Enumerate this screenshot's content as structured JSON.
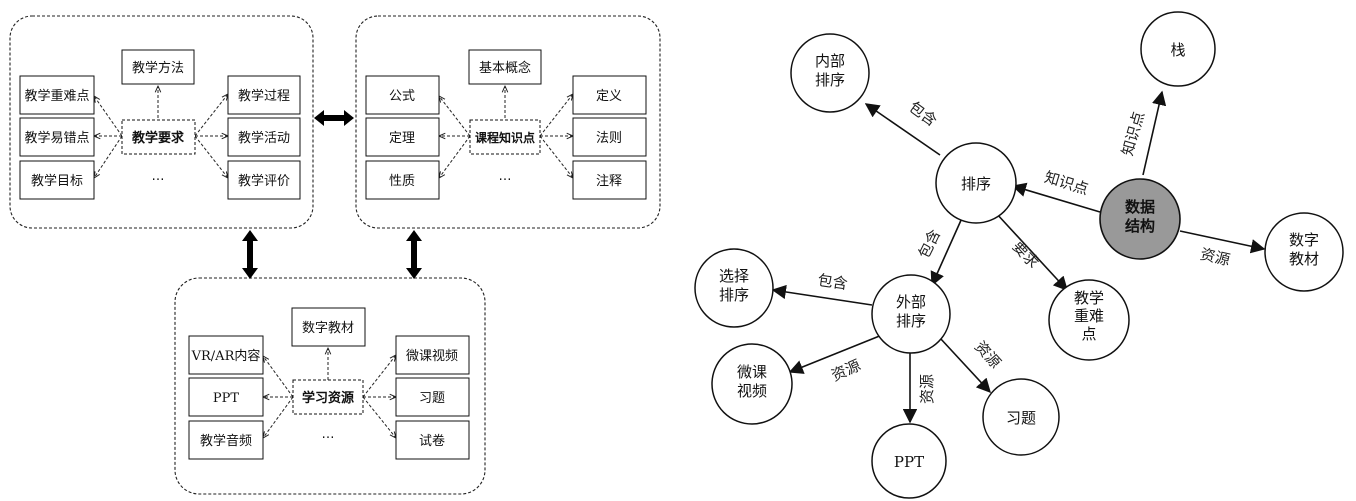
{
  "left_diagram": {
    "teaching": {
      "center": "教学要求",
      "top": "教学方法",
      "left": [
        "教学重难点",
        "教学易错点",
        "教学目标"
      ],
      "right": [
        "教学过程",
        "教学活动",
        "教学评价"
      ],
      "ellipsis": "…"
    },
    "knowledge": {
      "center": "课程知识点",
      "top": "基本概念",
      "left": [
        "公式",
        "定理",
        "性质"
      ],
      "right": [
        "定义",
        "法则",
        "注释"
      ],
      "ellipsis": "…"
    },
    "resources": {
      "center": "学习资源",
      "top": "数字教材",
      "left": [
        "VR/AR内容",
        "PPT",
        "教学音频"
      ],
      "right": [
        "微课视频",
        "习题",
        "试卷"
      ],
      "ellipsis": "…"
    }
  },
  "graph": {
    "nodes": {
      "stack": "栈",
      "inner_sort": "内部\n排序",
      "sort": "排序",
      "ds": "数据\n结构",
      "digital": "数字\n教材",
      "select_sort": "选择\n排序",
      "outer_sort": "外部\n排序",
      "key_point": "教学\n重难\n点",
      "micro": "微课\n视频",
      "exercise": "习题",
      "ppt": "PPT"
    },
    "edges": {
      "ds_stack": "知识点",
      "sort_inner": "包含",
      "ds_sort": "知识点",
      "ds_digital": "资源",
      "sort_outer": "包含",
      "sort_key": "要求",
      "outer_select": "包含",
      "outer_micro": "资源",
      "outer_ppt": "资源",
      "outer_exercise": "资源"
    }
  },
  "colors": {
    "main_node_fill": "#999999",
    "stroke": "#111111"
  }
}
